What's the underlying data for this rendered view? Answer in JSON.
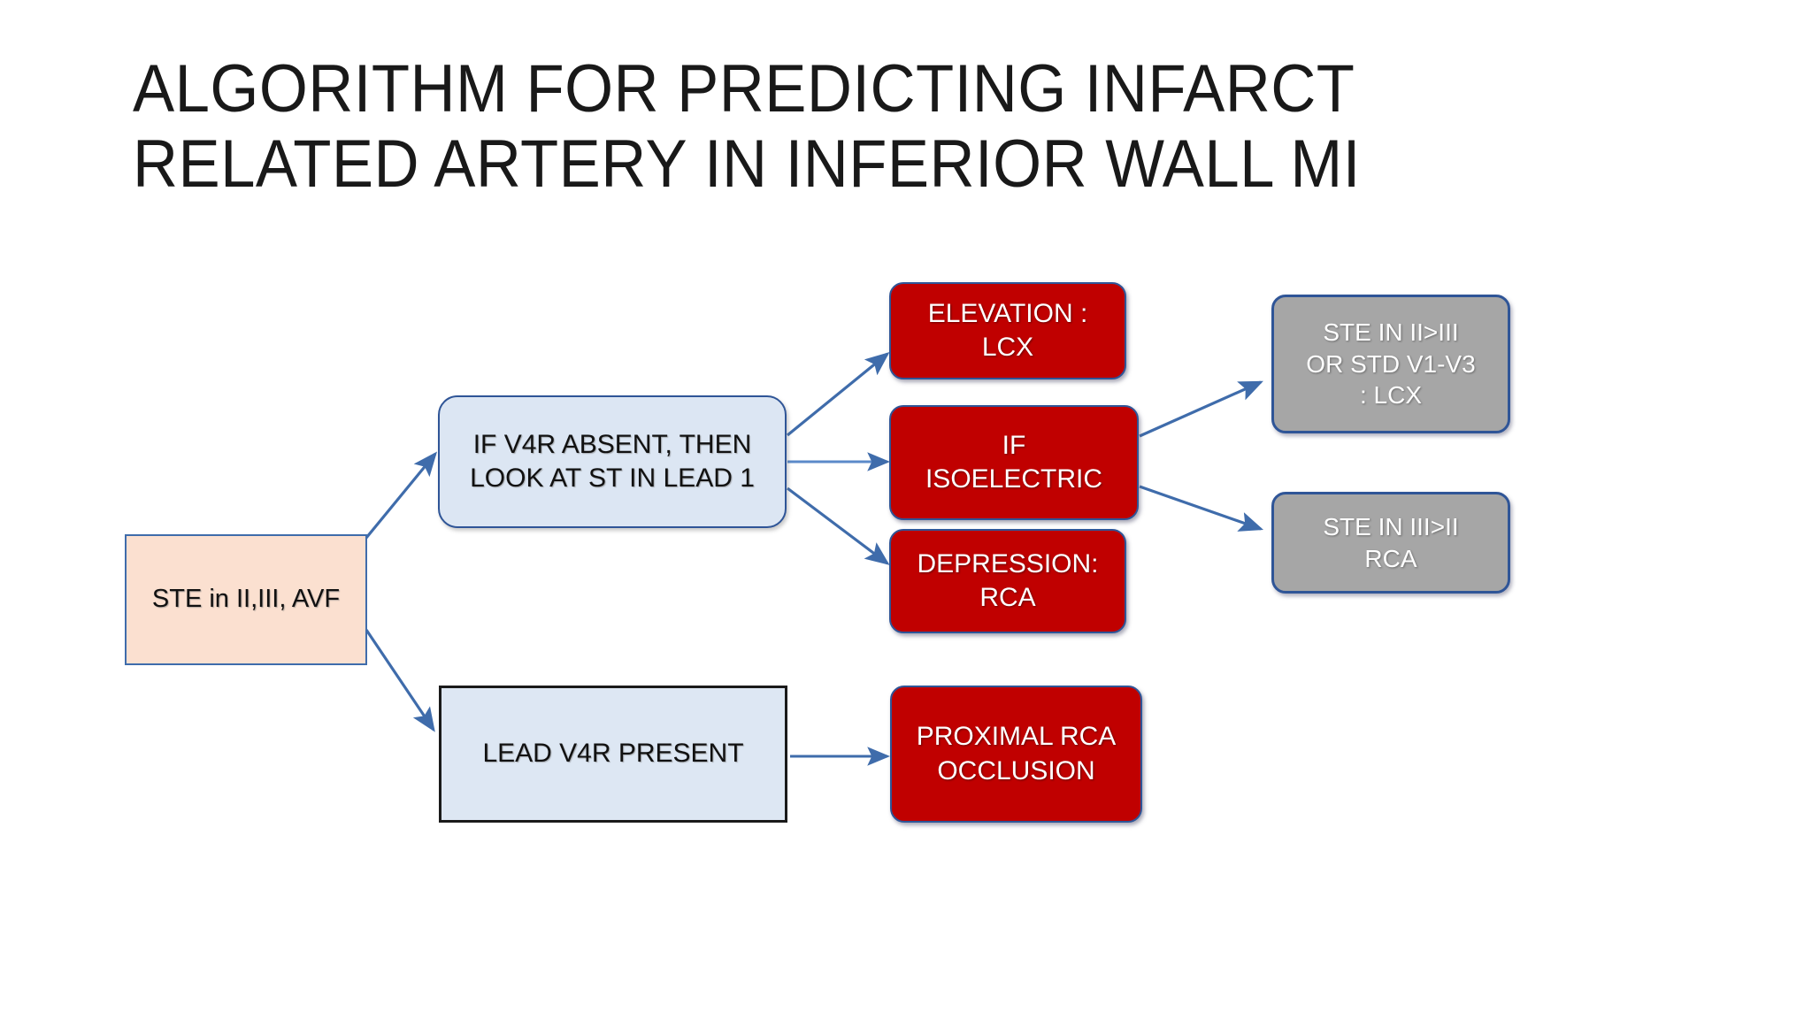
{
  "slide": {
    "title": "ALGORITHM FOR PREDICTING INFARCT\nRELATED ARTERY IN INFERIOR WALL MI",
    "background_color": "#ffffff"
  },
  "colors": {
    "red_box_fill": "#c00000",
    "gray_box_fill": "#a6a6a6",
    "blue_box_fill": "#dce6f3",
    "orange_box_fill": "#fbe0d0",
    "border_blue": "#2f5597",
    "border_black": "#1a1a1a",
    "arrow_blue": "#3f6cab",
    "title_text": "#191919",
    "dark_text": "#111111",
    "light_text": "#ffffff"
  },
  "nodes": {
    "start": {
      "label": "STE in II,III, AVF",
      "shape": "rectangle",
      "fill": "#fbe0d0"
    },
    "v4r_absent": {
      "label": "IF V4R ABSENT, THEN\nLOOK AT ST IN LEAD 1",
      "shape": "rounded-rectangle",
      "fill": "#dce6f3"
    },
    "elevation_lcx": {
      "label": "ELEVATION :\nLCX",
      "shape": "rounded-rectangle",
      "fill": "#c00000"
    },
    "if_isoelectric": {
      "label": "IF\nISOELECTRIC",
      "shape": "rounded-rectangle",
      "fill": "#c00000"
    },
    "depression_rca": {
      "label": "DEPRESSION:\nRCA",
      "shape": "rounded-rectangle",
      "fill": "#c00000"
    },
    "ste_ii_gt_iii": {
      "label": "STE IN II>III\nOR STD V1-V3\n: LCX",
      "shape": "rounded-rectangle",
      "fill": "#a6a6a6"
    },
    "ste_iii_gt_ii": {
      "label": "STE IN III>II\nRCA",
      "shape": "rounded-rectangle",
      "fill": "#a6a6a6"
    },
    "v4r_present": {
      "label": "LEAD V4R PRESENT",
      "shape": "rectangle",
      "fill": "#dde7f3"
    },
    "proximal_rca": {
      "label": "PROXIMAL RCA\nOCCLUSION",
      "shape": "rounded-rectangle",
      "fill": "#c00000"
    }
  },
  "connectors": [
    {
      "name": "start-to-v4r-absent",
      "from": "start",
      "to": "v4r_absent"
    },
    {
      "name": "start-to-v4r-present",
      "from": "start",
      "to": "v4r_present"
    },
    {
      "name": "v4r-absent-to-elevation",
      "from": "v4r_absent",
      "to": "elevation_lcx"
    },
    {
      "name": "v4r-absent-to-isoelectric",
      "from": "v4r_absent",
      "to": "if_isoelectric"
    },
    {
      "name": "v4r-absent-to-depression",
      "from": "v4r_absent",
      "to": "depression_rca"
    },
    {
      "name": "isoelectric-to-ste-ii",
      "from": "if_isoelectric",
      "to": "ste_ii_gt_iii"
    },
    {
      "name": "isoelectric-to-ste-iii",
      "from": "if_isoelectric",
      "to": "ste_iii_gt_ii"
    },
    {
      "name": "v4r-present-to-proximal",
      "from": "v4r_present",
      "to": "proximal_rca"
    }
  ]
}
